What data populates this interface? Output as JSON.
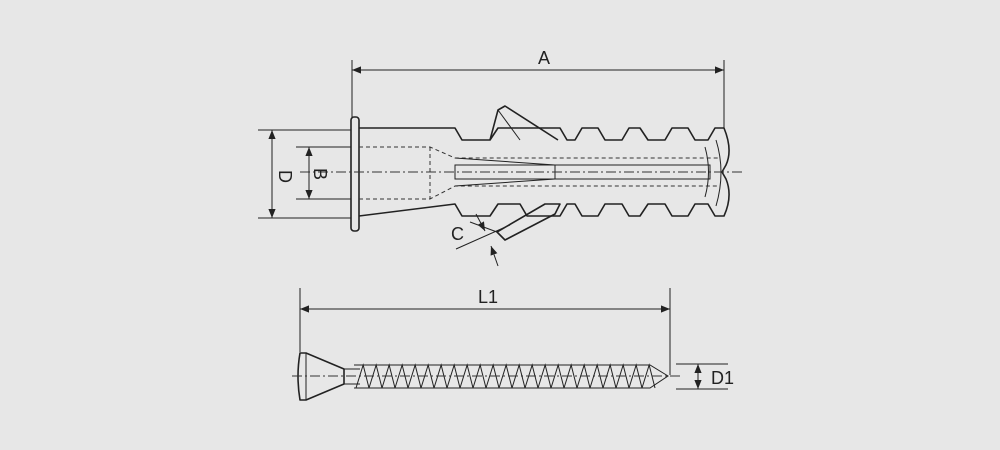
{
  "labels": {
    "A": "A",
    "B": "B",
    "C": "C",
    "D": "D",
    "L1": "L1",
    "D1": "D1"
  },
  "colors": {
    "background": "#e7e7e7",
    "line": "#222222"
  }
}
